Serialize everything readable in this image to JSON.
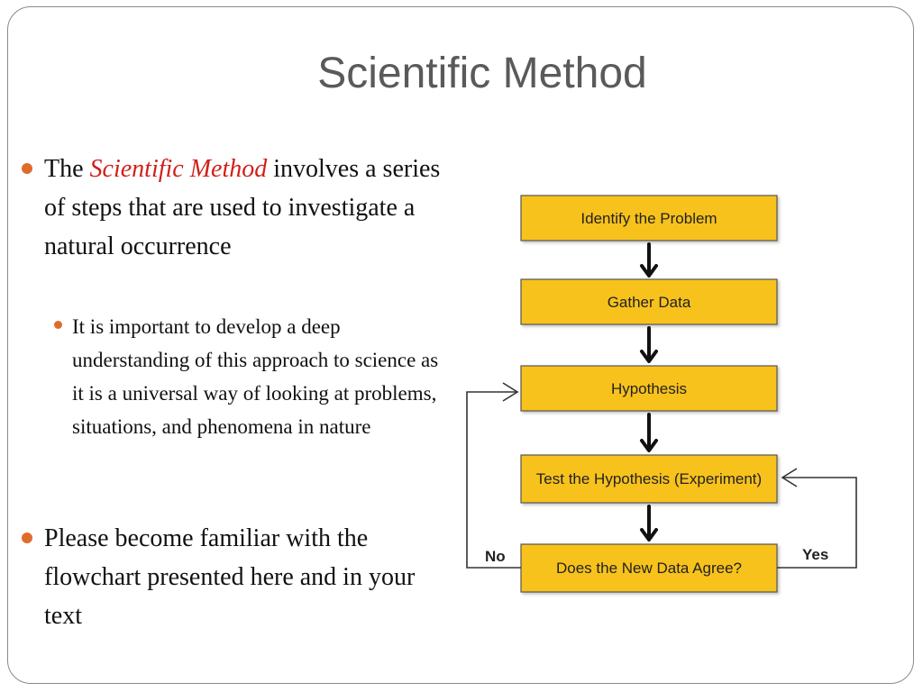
{
  "slide": {
    "title": "Scientific Method",
    "bullet1": {
      "prefix": "The ",
      "emphasis": "Scientific Method",
      "suffix": " involves a series of steps that are used to investigate a natural occurrence"
    },
    "bullet1_sub": "It is important to develop a deep understanding of this approach to science as it is a universal way of looking at problems, situations, and phenomena in nature",
    "bullet2": " Please become familiar with the flowchart presented here and in your text"
  },
  "flowchart": {
    "steps": [
      "Identify the Problem",
      "Gather Data",
      "Hypothesis",
      "Test the Hypothesis (Experiment)",
      "Does the New Data Agree?"
    ],
    "no_label": "No",
    "yes_label": "Yes"
  },
  "colors": {
    "box_fill": "#f8c21a",
    "accent_bullet": "#e06c2b",
    "emphasis_text": "#d0201a"
  }
}
